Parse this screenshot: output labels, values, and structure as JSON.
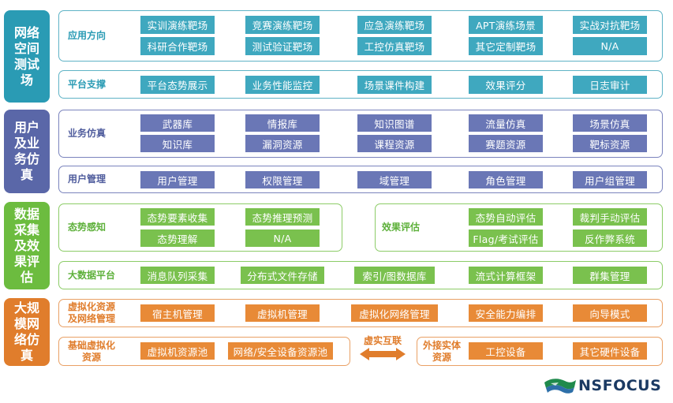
{
  "sections": {
    "s1": {
      "title": "网络空间测试场",
      "rows": {
        "app_direction": {
          "label": "应用方向",
          "items": [
            "实训演练靶场",
            "竞赛演练靶场",
            "应急演练靶场",
            "APT演练场景",
            "实战对抗靶场",
            "科研合作靶场",
            "测试验证靶场",
            "工控仿真靶场",
            "其它定制靶场",
            "N/A"
          ]
        },
        "platform_support": {
          "label": "平台支撑",
          "items": [
            "平台态势展示",
            "业务性能监控",
            "场景课件构建",
            "效果评分",
            "日志审计"
          ]
        }
      }
    },
    "s2": {
      "title": "用户及业务仿真",
      "rows": {
        "business_sim": {
          "label": "业务仿真",
          "items": [
            "武器库",
            "情报库",
            "知识图谱",
            "流量仿真",
            "场景仿真",
            "知识库",
            "漏洞资源",
            "课程资源",
            "赛题资源",
            "靶标资源"
          ]
        },
        "user_mgmt": {
          "label": "用户管理",
          "items": [
            "用户管理",
            "权限管理",
            "域管理",
            "角色管理",
            "用户组管理"
          ]
        }
      }
    },
    "s3": {
      "title": "数据采集及效果评估",
      "rows": {
        "situation": {
          "label": "态势感知",
          "items": [
            "态势要素收集",
            "态势推理预测",
            "态势理解",
            "N/A"
          ]
        },
        "evaluation": {
          "label": "效果评估",
          "items": [
            "态势自动评估",
            "裁判手动评估",
            "Flag/考试评估",
            "反作弊系统"
          ]
        },
        "bigdata": {
          "label": "大数据平台",
          "items": [
            "消息队列采集",
            "分布式文件存储",
            "索引/图数据库",
            "流式计算框架",
            "群集管理"
          ]
        }
      }
    },
    "s4": {
      "title": "大规模网络仿真",
      "rows": {
        "virt_mgmt": {
          "label_line1": "虚拟化资源",
          "label_line2": "及网络管理",
          "items": [
            "宿主机管理",
            "虚拟机管理",
            "虚拟化网络管理",
            "安全能力编排",
            "向导模式"
          ]
        },
        "base_virt": {
          "label_line1": "基础虚拟化",
          "label_line2": "资源",
          "items": [
            "虚拟机资源池",
            "网络/安全设备资源池"
          ]
        },
        "interconnect": {
          "label": "虚实互联"
        },
        "external": {
          "label_line1": "外接实体",
          "label_line2": "资源",
          "items": [
            "工控设备",
            "其它硬件设备"
          ]
        }
      }
    }
  },
  "logo": {
    "text": "NSFOCUS",
    "icon": "nsfocus-flag-icon"
  },
  "colors": {
    "teal": "#2a9bb4",
    "blue": "#5a67a8",
    "green": "#6cbc3f",
    "orange": "#e07d2c"
  }
}
